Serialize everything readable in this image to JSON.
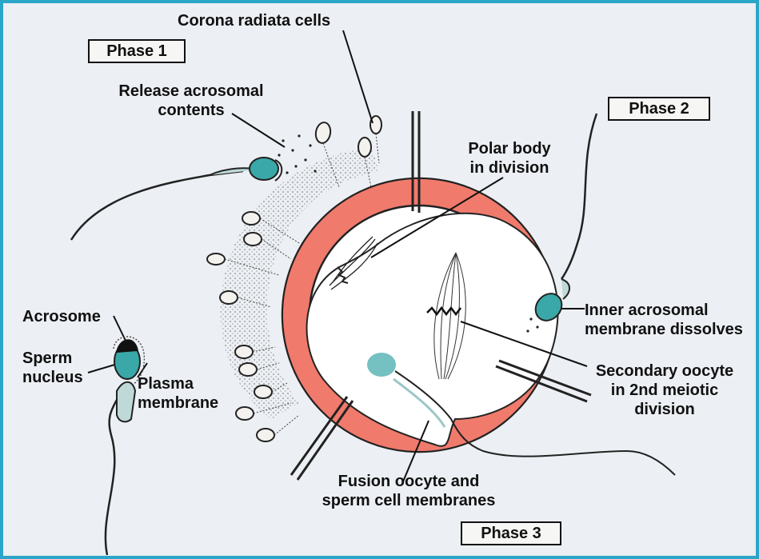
{
  "colors": {
    "frame": "#2ba6c9",
    "background": "#eceff3",
    "zona_pellucida": "#f07a6c",
    "sperm_head": "#3aa7a8",
    "outline": "#111111"
  },
  "phases": {
    "phase1": "Phase 1",
    "phase2": "Phase 2",
    "phase3": "Phase 3"
  },
  "labels": {
    "corona": "Corona radiata cells",
    "release_1": "Release acrosomal",
    "release_2": "contents",
    "polar_1": "Polar body",
    "polar_2": "in division",
    "inner_1": "Inner acrosomal",
    "inner_2": "membrane dissolves",
    "secondary_1": "Secondary oocyte",
    "secondary_2": "in 2nd meiotic",
    "secondary_3": "division",
    "fusion_1": "Fusion oocyte and",
    "fusion_2": "sperm cell membranes",
    "acrosome": "Acrosome",
    "sperm_nucleus_1": "Sperm",
    "sperm_nucleus_2": "nucleus",
    "plasma_1": "Plasma",
    "plasma_2": "membrane"
  }
}
